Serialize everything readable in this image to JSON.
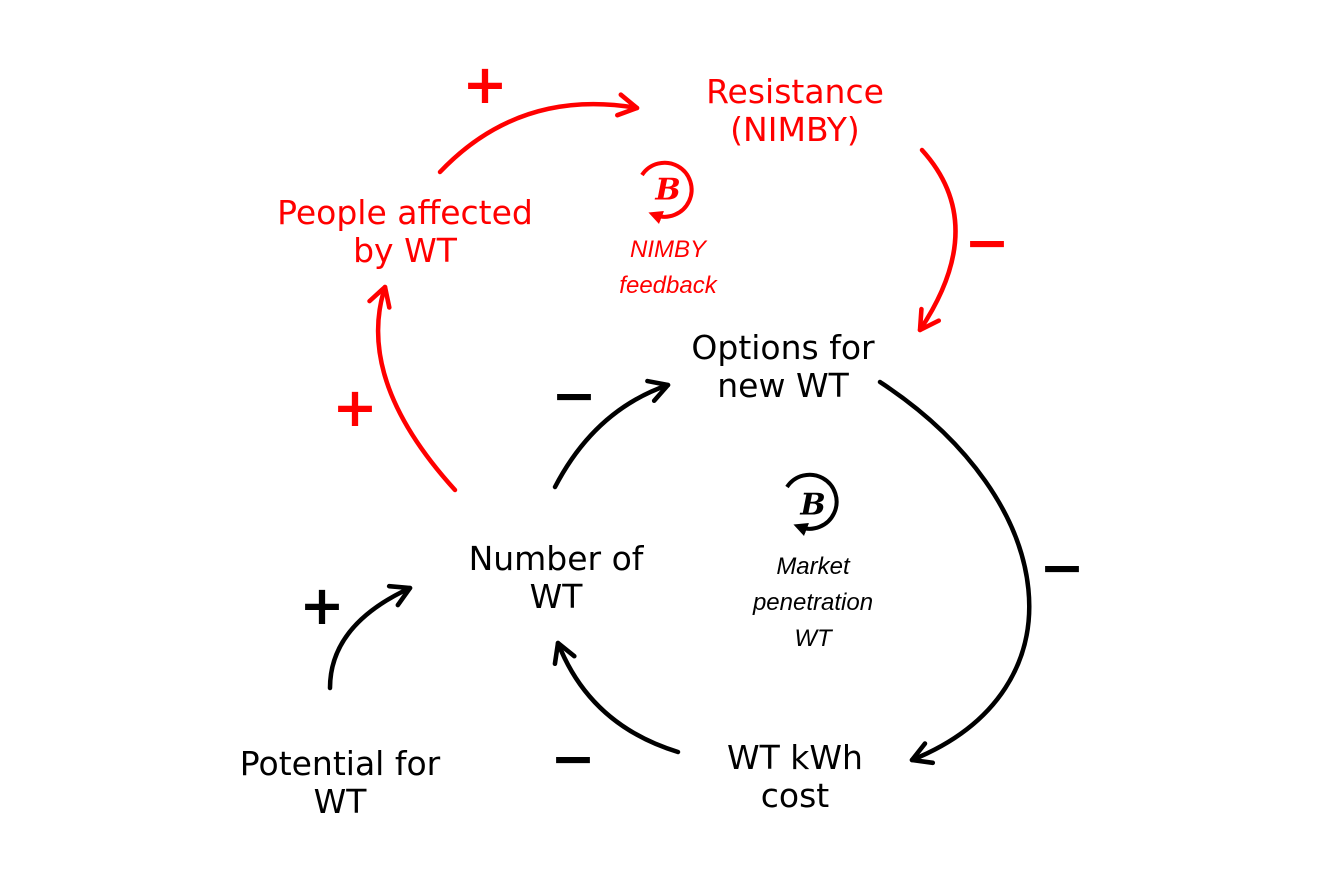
{
  "colors": {
    "nimby": "#ff0000",
    "market": "#000000"
  },
  "nodes": {
    "resistance": [
      "Resistance",
      "(NIMBY)"
    ],
    "people": [
      "People affected",
      "by WT"
    ],
    "options": [
      "Options for",
      "new WT"
    ],
    "number": [
      "Number of",
      "WT"
    ],
    "potential": [
      "Potential for",
      "WT"
    ],
    "cost": [
      "WT kWh",
      "cost"
    ]
  },
  "loops": {
    "nimby": {
      "type": "B",
      "label": [
        "NIMBY",
        "feedback"
      ]
    },
    "market": {
      "type": "B",
      "label": [
        "Market",
        "penetration",
        "WT"
      ]
    }
  },
  "links": [
    {
      "from": "people",
      "to": "resistance",
      "polarity": "+"
    },
    {
      "from": "resistance",
      "to": "options",
      "polarity": "−"
    },
    {
      "from": "number",
      "to": "people",
      "polarity": "+"
    },
    {
      "from": "number",
      "to": "options",
      "polarity": "−"
    },
    {
      "from": "options",
      "to": "cost",
      "polarity": "−"
    },
    {
      "from": "cost",
      "to": "number",
      "polarity": "−"
    },
    {
      "from": "potential",
      "to": "number",
      "polarity": "+"
    }
  ]
}
